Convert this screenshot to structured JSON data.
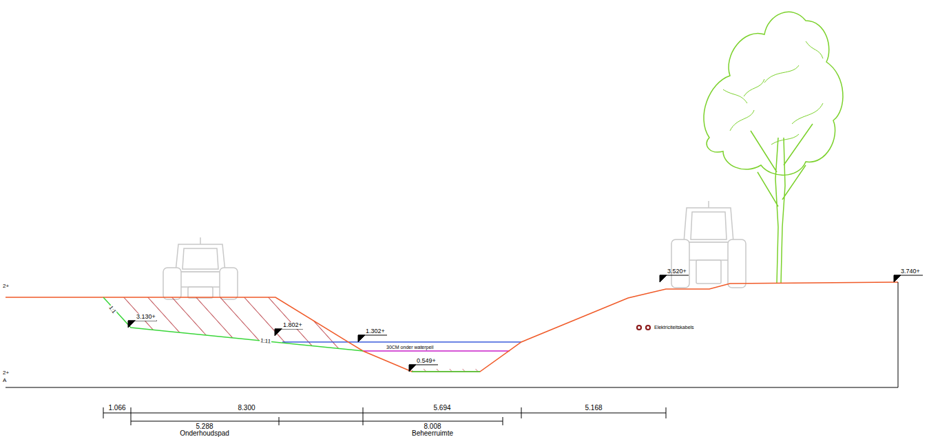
{
  "diagram": {
    "labels": [
      "2+",
      "2+",
      "A",
      "1:1",
      "3.130+",
      "1.802+",
      "1:11",
      "1.302+",
      "30CM onder waterpeil",
      "0.549+",
      "3.520+",
      "3.740+",
      "Elektriciteitskabels",
      "1.066",
      "8.300",
      "5.694",
      "5.168",
      "5.288",
      "Onderhoudspad",
      "8.008",
      "Beheerruimte"
    ]
  }
}
